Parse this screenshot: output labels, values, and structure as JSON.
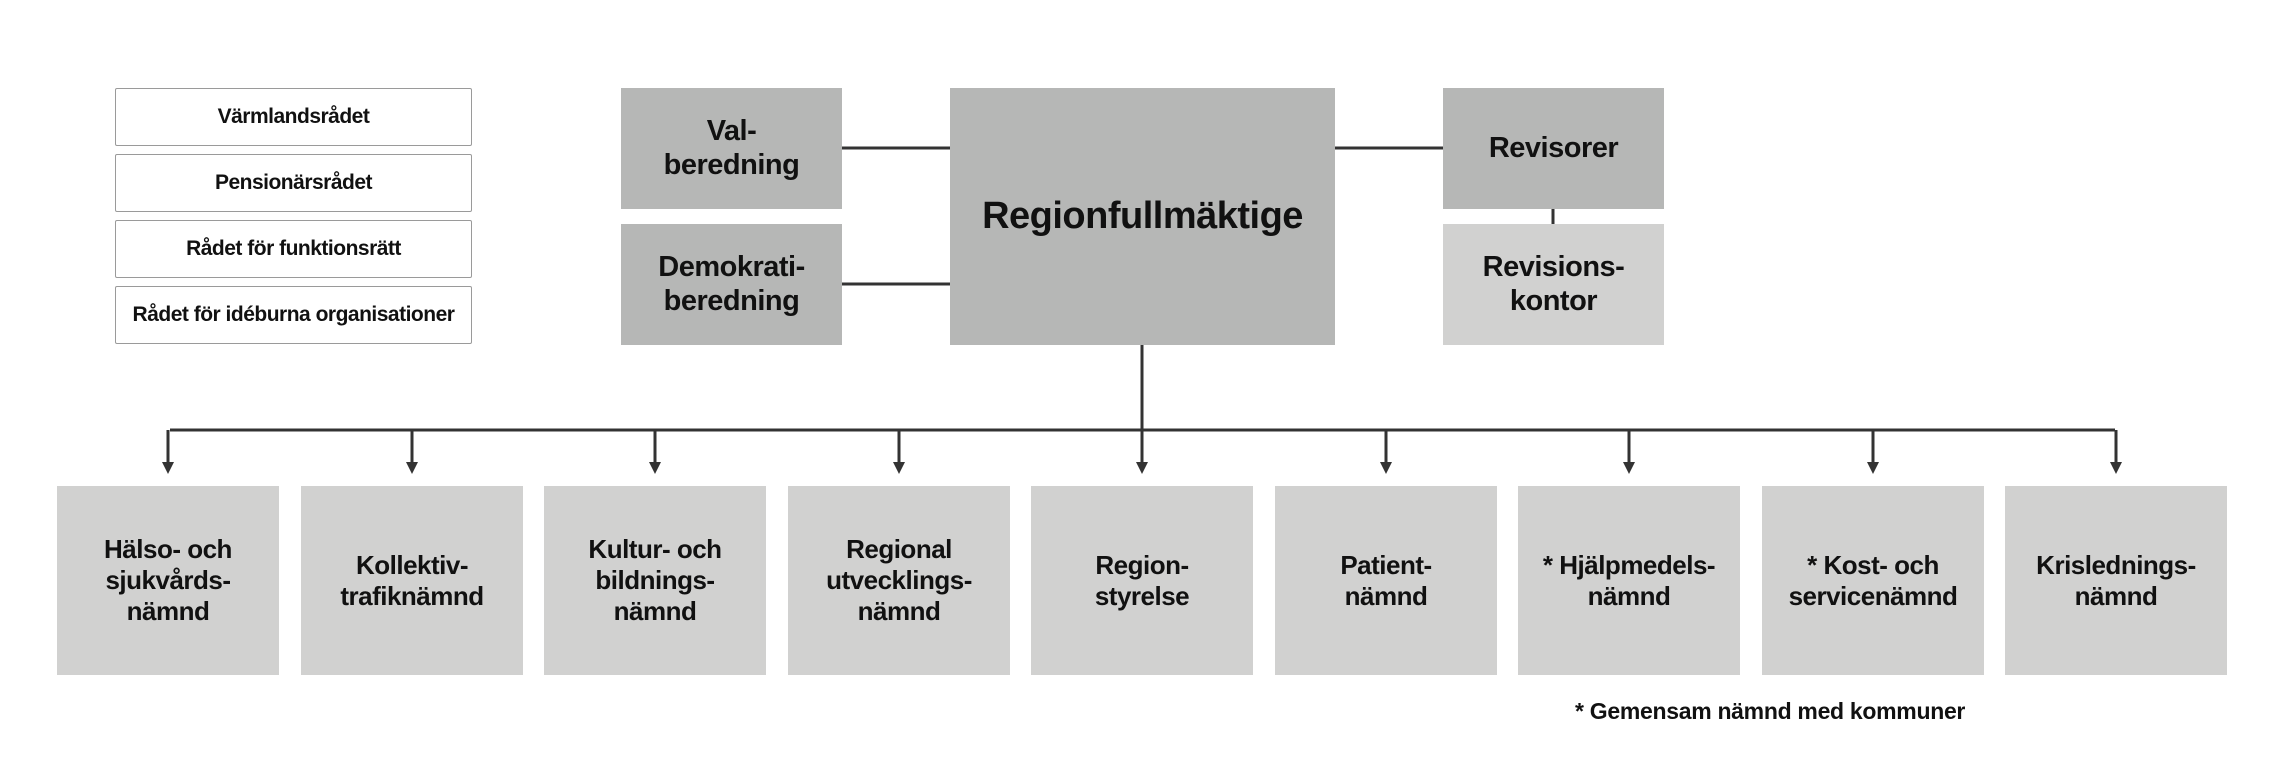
{
  "councils": [
    {
      "key": "varmland",
      "label": "Värmlandsrådet"
    },
    {
      "key": "pension",
      "label": "Pensionärsrådet"
    },
    {
      "key": "funktion",
      "label": "Rådet för funktionsrätt"
    },
    {
      "key": "ideburna",
      "label": "Rådet för idéburna organisationer"
    }
  ],
  "top": {
    "valberedning": "Val-\nberedning",
    "demokratiberedning": "Demokrati-\nberedning",
    "regionfullmaktige": "Regionfullmäktige",
    "revisorer": "Revisorer",
    "revisionskontor": "Revisions-\nkontor"
  },
  "committees": [
    {
      "key": "halso",
      "label": "Hälso- och\nsjukvårds-\nnämnd"
    },
    {
      "key": "kollektiv",
      "label": "Kollektiv-\ntrafiknämnd"
    },
    {
      "key": "kultur",
      "label": "Kultur- och\nbildnings-\nnämnd"
    },
    {
      "key": "regional",
      "label": "Regional\nutvecklings-\nnämnd"
    },
    {
      "key": "regionstyrelse",
      "label": "Region-\nstyrelse"
    },
    {
      "key": "patient",
      "label": "Patient-\nnämnd"
    },
    {
      "key": "hjalpmedel",
      "label": "* Hjälpmedels-\nnämnd"
    },
    {
      "key": "kost",
      "label": "* Kost- och\nservicenämnd"
    },
    {
      "key": "krisledning",
      "label": "Krislednings-\nnämnd"
    }
  ],
  "footnote": "* Gemensam nämnd med kommuner",
  "colors": {
    "dark_box": "#b6b7b6",
    "light_box": "#d1d1d0",
    "connector": "#333333",
    "council_border": "#9a9a9a"
  }
}
